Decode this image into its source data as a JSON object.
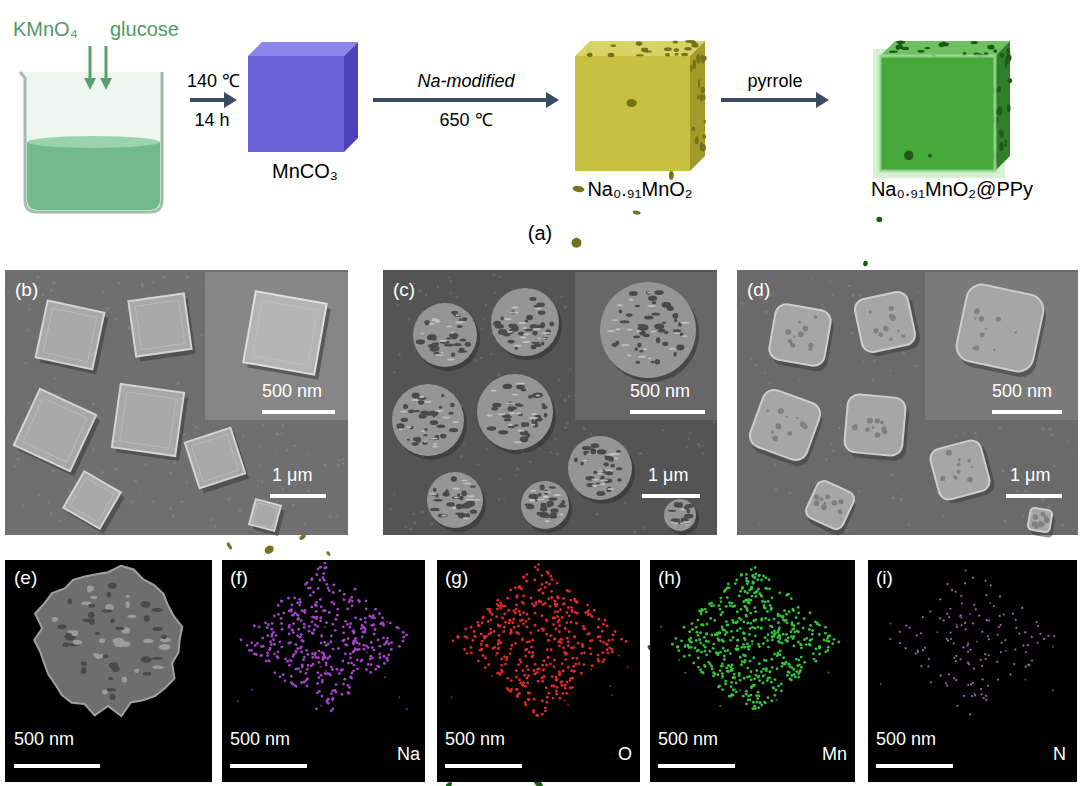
{
  "diagram": {
    "nodes": [
      {
        "text": [
          "KMnO₄",
          "glucose"
        ]
      },
      {
        "text": [
          "MnCO₃"
        ]
      },
      {
        "text": [
          "Na₀.₉₁MnO₂"
        ]
      },
      {
        "text": [
          "Na₀.₉₁MnO₂@PPy"
        ]
      }
    ],
    "edges": [
      {
        "from": 0,
        "to": 1,
        "arrow": "to",
        "label": "140 ℃"
      },
      {
        "from": 1,
        "to": 2,
        "arrow": "to",
        "label": "Na-modified"
      },
      {
        "from": 2,
        "to": 3,
        "arrow": "to",
        "label": "pyrrole"
      }
    ],
    "labels": [
      "14 h",
      "650 ℃",
      "(a)",
      "(b)",
      "500 nm",
      "1 μm",
      "(c)",
      "500 nm",
      "1 μm",
      "(d)",
      "500 nm",
      "1 μm",
      "(e)",
      "500 nm",
      "(f)",
      "500 nm",
      "Na",
      "(g)",
      "500 nm",
      "O",
      "(h)",
      "500 nm",
      "Mn",
      "(i)",
      "500 nm",
      "N"
    ]
  }
}
